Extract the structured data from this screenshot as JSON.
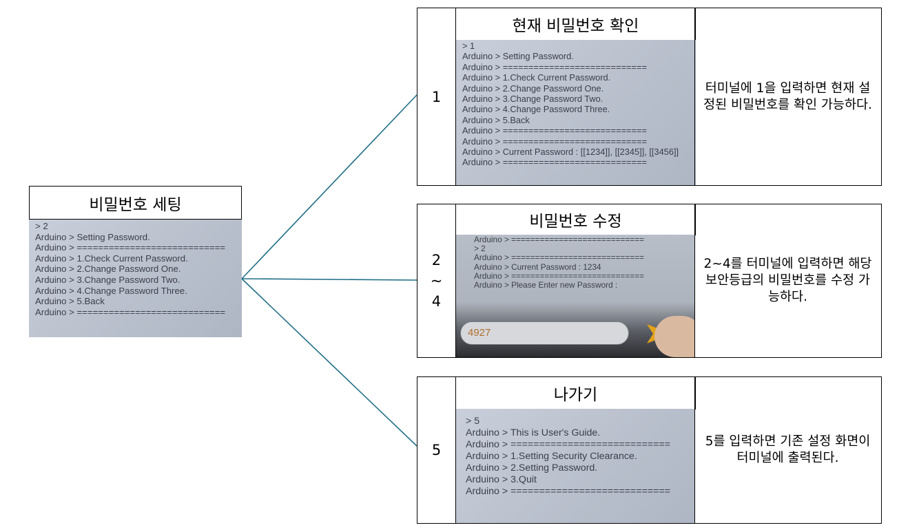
{
  "root": {
    "title": "비밀번호 세팅",
    "screen_lines": [
      "> 2",
      "Arduino > Setting Password.",
      "Arduino > ============================",
      "Arduino > 1.Check Current Password.",
      "Arduino > 2.Change Password One.",
      "Arduino > 3.Change Password Two.",
      "Arduino > 4.Change Password Three.",
      "Arduino > 5.Back",
      "Arduino > ============================"
    ]
  },
  "rows": [
    {
      "number": "1",
      "title": "현재 비밀번호 확인",
      "description": "터미널에 1을 입력하면 현재 설정된 비밀번호를 확인 가능하다.",
      "screen_lines": [
        "> 1",
        "Arduino > Setting Password.",
        "Arduino > ============================",
        "Arduino > 1.Check Current Password.",
        "Arduino > 2.Change Password One.",
        "Arduino > 3.Change Password Two.",
        "Arduino > 4.Change Password Three.",
        "Arduino > 5.Back",
        "Arduino > ============================",
        "Arduino > ============================",
        "Arduino > Current Password : [[1234]], [[2345]], [[3456]]",
        "Arduino > ============================"
      ]
    },
    {
      "number_parts": [
        "2",
        "~",
        "4"
      ],
      "title": "비밀번호 수정",
      "description": "2~4를 터미널에 입력하면 해당 보안등급의 비밀번호를 수정 가능하다.",
      "screen_lines": [
        "Arduino > ============================",
        "> 2",
        "Arduino > ============================",
        "Arduino > Current Password : 1234",
        "Arduino > ============================",
        "Arduino > Please Enter new Password :"
      ],
      "input_value": "4927"
    },
    {
      "number": "5",
      "title": "나가기",
      "description": "5를 입력하면 기존 설정 화면이 터미널에 출력된다.",
      "screen_lines": [
        "> 5",
        "Arduino > This is User's Guide.",
        "Arduino > ============================",
        "Arduino > 1.Setting Security Clearance.",
        "Arduino > 2.Setting Password.",
        "Arduino > 3.Quit",
        "Arduino > ============================"
      ]
    }
  ],
  "colors": {
    "connector": "#1f6e86",
    "border": "#000000"
  }
}
